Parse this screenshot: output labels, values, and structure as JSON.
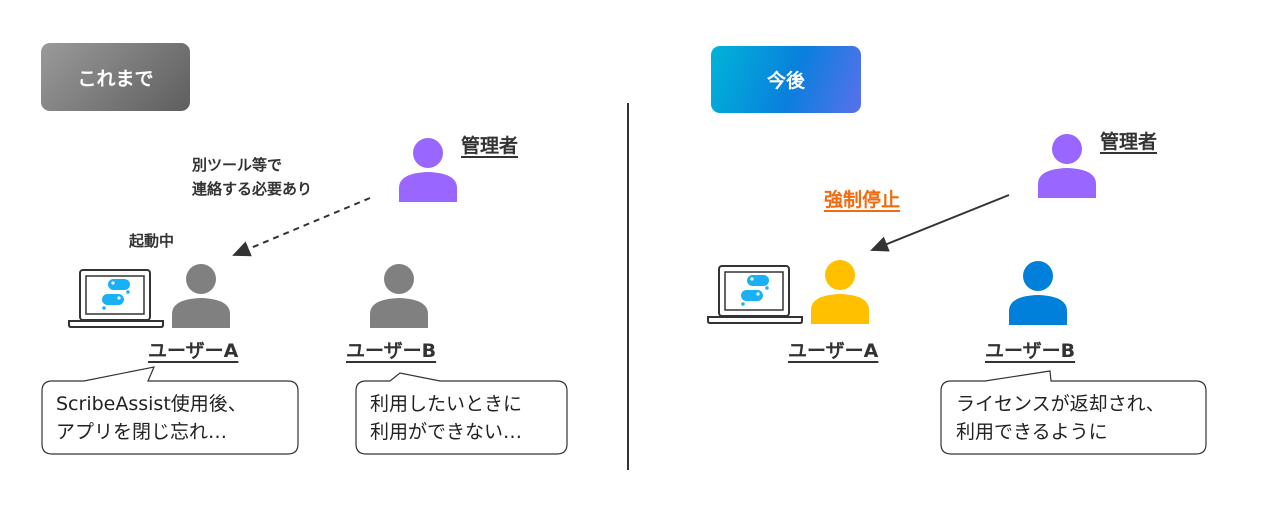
{
  "before": {
    "header": "これまで",
    "admin_label": "管理者",
    "note": [
      "別ツール等で",
      "連絡する必要あり"
    ],
    "running_label": "起動中",
    "user_a_label": "ユーザーA",
    "user_b_label": "ユーザーB",
    "user_a_bubble": [
      "ScribeAssist使用後、",
      "アプリを閉じ忘れ…"
    ],
    "user_b_bubble": [
      "利用したいときに",
      "利用ができない…"
    ]
  },
  "after": {
    "header": "今後",
    "admin_label": "管理者",
    "action_label": "強制停止",
    "user_a_label": "ユーザーA",
    "user_b_label": "ユーザーB",
    "user_b_bubble": [
      "ライセンスが返却され、",
      "利用できるように"
    ]
  },
  "colors": {
    "admin": "#9966FF",
    "user_inactive": "#808080",
    "user_a_after": "#FFC000",
    "user_b_after": "#0080DA",
    "action": "#F26B0F",
    "app_logo": "#1AB0F5"
  }
}
